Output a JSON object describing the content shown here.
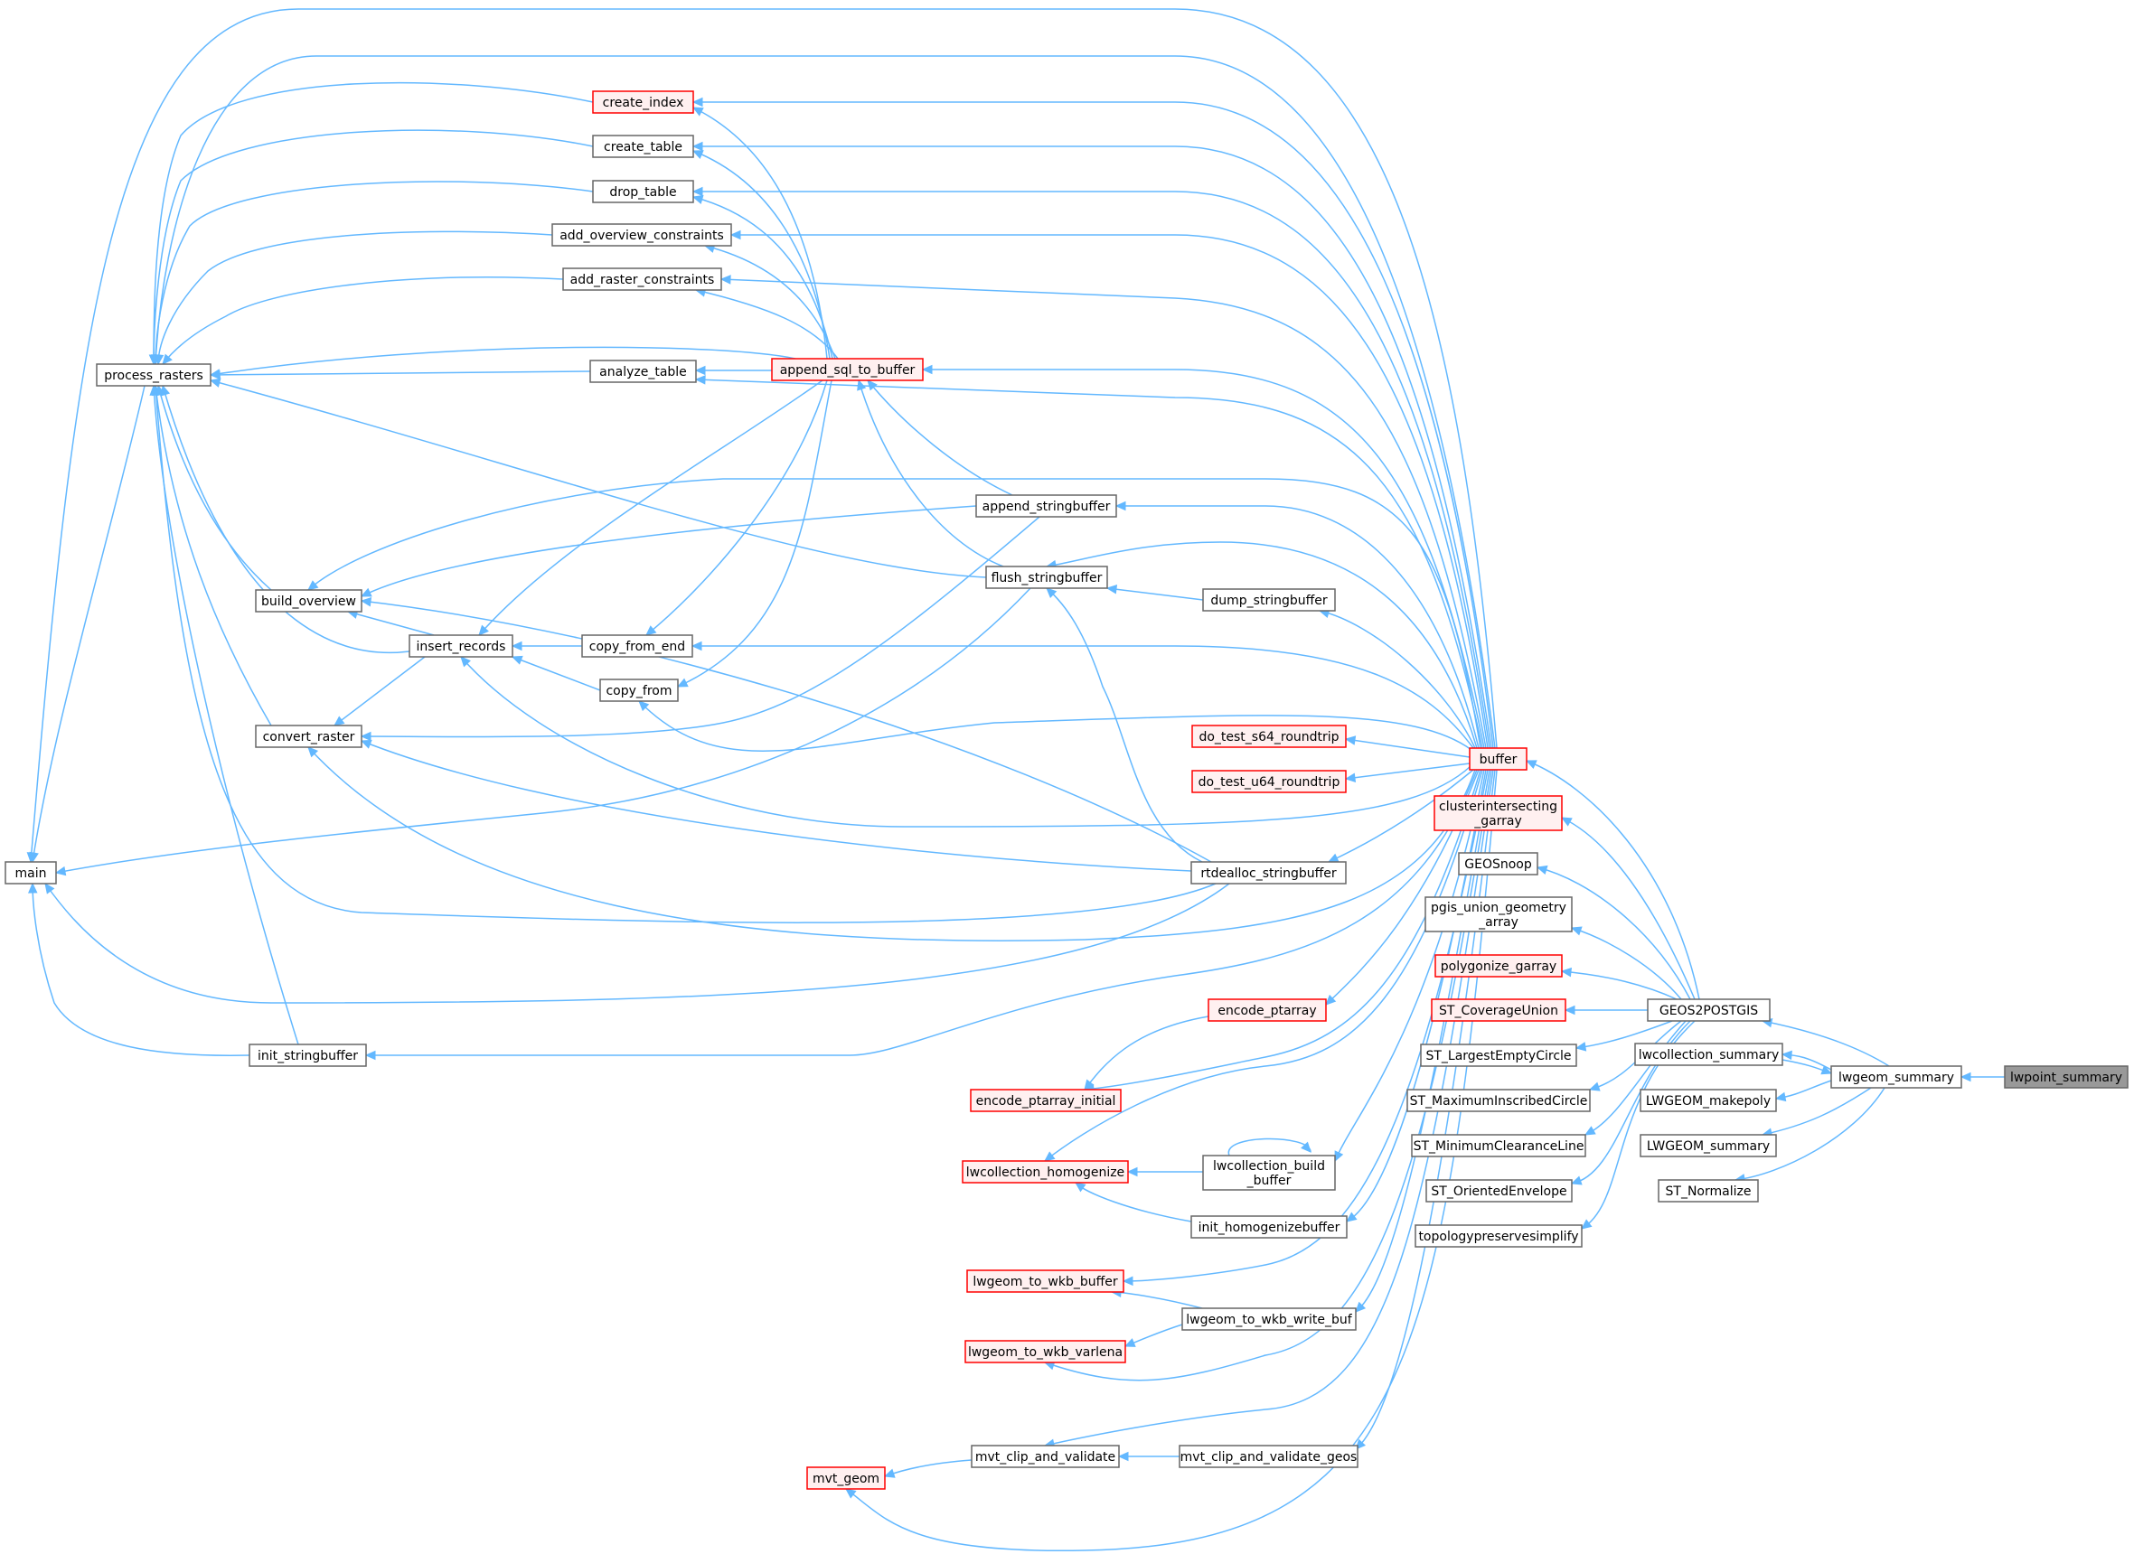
{
  "graph": {
    "colors": {
      "edge": "#63b8ff",
      "node_border_normal": "#666666",
      "node_border_truncated": "#ff0000",
      "node_fill_normal": "#ffffff",
      "node_fill_truncated": "#fff0f0",
      "node_fill_root": "#999999"
    },
    "nodes": {
      "create_index": {
        "lines": [
          "create_index"
        ],
        "style": "truncated"
      },
      "create_table": {
        "lines": [
          "create_table"
        ],
        "style": "normal"
      },
      "drop_table": {
        "lines": [
          "drop_table"
        ],
        "style": "normal"
      },
      "add_overview_constraints": {
        "lines": [
          "add_overview_constraints"
        ],
        "style": "normal"
      },
      "add_raster_constraints": {
        "lines": [
          "add_raster_constraints"
        ],
        "style": "normal"
      },
      "process_rasters": {
        "lines": [
          "process_rasters"
        ],
        "style": "normal"
      },
      "analyze_table": {
        "lines": [
          "analyze_table"
        ],
        "style": "normal"
      },
      "append_sql_to_buffer": {
        "lines": [
          "append_sql_to_buffer"
        ],
        "style": "truncated"
      },
      "append_stringbuffer": {
        "lines": [
          "append_stringbuffer"
        ],
        "style": "normal"
      },
      "flush_stringbuffer": {
        "lines": [
          "flush_stringbuffer"
        ],
        "style": "normal"
      },
      "dump_stringbuffer": {
        "lines": [
          "dump_stringbuffer"
        ],
        "style": "normal"
      },
      "build_overview": {
        "lines": [
          "build_overview"
        ],
        "style": "normal"
      },
      "insert_records": {
        "lines": [
          "insert_records"
        ],
        "style": "normal"
      },
      "copy_from_end": {
        "lines": [
          "copy_from_end"
        ],
        "style": "normal"
      },
      "copy_from": {
        "lines": [
          "copy_from"
        ],
        "style": "normal"
      },
      "convert_raster": {
        "lines": [
          "convert_raster"
        ],
        "style": "normal"
      },
      "main": {
        "lines": [
          "main"
        ],
        "style": "normal"
      },
      "do_test_s64_roundtrip": {
        "lines": [
          "do_test_s64_roundtrip"
        ],
        "style": "truncated"
      },
      "do_test_u64_roundtrip": {
        "lines": [
          "do_test_u64_roundtrip"
        ],
        "style": "truncated"
      },
      "buffer": {
        "lines": [
          "buffer"
        ],
        "style": "truncated"
      },
      "clusterintersecting_garray": {
        "lines": [
          "clusterintersecting",
          "_garray"
        ],
        "style": "truncated"
      },
      "GEOSnoop": {
        "lines": [
          "GEOSnoop"
        ],
        "style": "normal"
      },
      "rtdealloc_stringbuffer": {
        "lines": [
          "rtdealloc_stringbuffer"
        ],
        "style": "normal"
      },
      "pgis_union_geometry_array": {
        "lines": [
          "pgis_union_geometry",
          "_array"
        ],
        "style": "normal"
      },
      "polygonize_garray": {
        "lines": [
          "polygonize_garray"
        ],
        "style": "truncated"
      },
      "encode_ptarray": {
        "lines": [
          "encode_ptarray"
        ],
        "style": "truncated"
      },
      "ST_CoverageUnion": {
        "lines": [
          "ST_CoverageUnion"
        ],
        "style": "truncated"
      },
      "GEOS2POSTGIS": {
        "lines": [
          "GEOS2POSTGIS"
        ],
        "style": "normal"
      },
      "init_stringbuffer": {
        "lines": [
          "init_stringbuffer"
        ],
        "style": "normal"
      },
      "ST_LargestEmptyCircle": {
        "lines": [
          "ST_LargestEmptyCircle"
        ],
        "style": "normal"
      },
      "lwcollection_summary": {
        "lines": [
          "lwcollection_summary"
        ],
        "style": "normal"
      },
      "lwgeom_summary": {
        "lines": [
          "lwgeom_summary"
        ],
        "style": "normal"
      },
      "lwpoint_summary": {
        "lines": [
          "lwpoint_summary"
        ],
        "style": "root"
      },
      "encode_ptarray_initial": {
        "lines": [
          "encode_ptarray_initial"
        ],
        "style": "truncated"
      },
      "ST_MaximumInscribedCircle": {
        "lines": [
          "ST_MaximumInscribedCircle"
        ],
        "style": "normal"
      },
      "LWGEOM_makepoly": {
        "lines": [
          "LWGEOM_makepoly"
        ],
        "style": "normal"
      },
      "ST_MinimumClearanceLine": {
        "lines": [
          "ST_MinimumClearanceLine"
        ],
        "style": "normal"
      },
      "LWGEOM_summary": {
        "lines": [
          "LWGEOM_summary"
        ],
        "style": "normal"
      },
      "lwcollection_homogenize": {
        "lines": [
          "lwcollection_homogenize"
        ],
        "style": "truncated"
      },
      "lwcollection_build_buffer": {
        "lines": [
          "lwcollection_build",
          "_buffer"
        ],
        "style": "normal"
      },
      "ST_OrientedEnvelope": {
        "lines": [
          "ST_OrientedEnvelope"
        ],
        "style": "normal"
      },
      "ST_Normalize": {
        "lines": [
          "ST_Normalize"
        ],
        "style": "normal"
      },
      "init_homogenizebuffer": {
        "lines": [
          "init_homogenizebuffer"
        ],
        "style": "normal"
      },
      "topologypreservesimplify": {
        "lines": [
          "topologypreservesimplify"
        ],
        "style": "normal"
      },
      "lwgeom_to_wkb_buffer": {
        "lines": [
          "lwgeom_to_wkb_buffer"
        ],
        "style": "truncated"
      },
      "lwgeom_to_wkb_write_buf": {
        "lines": [
          "lwgeom_to_wkb_write_buf"
        ],
        "style": "normal"
      },
      "lwgeom_to_wkb_varlena": {
        "lines": [
          "lwgeom_to_wkb_varlena"
        ],
        "style": "truncated"
      },
      "mvt_clip_and_validate": {
        "lines": [
          "mvt_clip_and_validate"
        ],
        "style": "normal"
      },
      "mvt_clip_and_validate_geos": {
        "lines": [
          "mvt_clip_and_validate_geos"
        ],
        "style": "normal"
      },
      "mvt_geom": {
        "lines": [
          "mvt_geom"
        ],
        "style": "truncated"
      }
    },
    "edges": [
      [
        "lwpoint_summary",
        "lwgeom_summary"
      ],
      [
        "lwgeom_summary",
        "GEOS2POSTGIS"
      ],
      [
        "lwgeom_summary",
        "lwcollection_summary"
      ],
      [
        "lwgeom_summary",
        "LWGEOM_makepoly"
      ],
      [
        "lwgeom_summary",
        "LWGEOM_summary"
      ],
      [
        "lwgeom_summary",
        "ST_Normalize"
      ],
      [
        "lwcollection_summary",
        "lwgeom_summary"
      ],
      [
        "GEOS2POSTGIS",
        "buffer"
      ],
      [
        "GEOS2POSTGIS",
        "clusterintersecting_garray"
      ],
      [
        "GEOS2POSTGIS",
        "GEOSnoop"
      ],
      [
        "GEOS2POSTGIS",
        "pgis_union_geometry_array"
      ],
      [
        "GEOS2POSTGIS",
        "polygonize_garray"
      ],
      [
        "GEOS2POSTGIS",
        "ST_CoverageUnion"
      ],
      [
        "GEOS2POSTGIS",
        "ST_LargestEmptyCircle"
      ],
      [
        "GEOS2POSTGIS",
        "ST_MaximumInscribedCircle"
      ],
      [
        "GEOS2POSTGIS",
        "ST_MinimumClearanceLine"
      ],
      [
        "GEOS2POSTGIS",
        "ST_OrientedEnvelope"
      ],
      [
        "GEOS2POSTGIS",
        "topologypreservesimplify"
      ],
      [
        "buffer",
        "main"
      ],
      [
        "buffer",
        "process_rasters"
      ],
      [
        "buffer",
        "create_index"
      ],
      [
        "buffer",
        "create_table"
      ],
      [
        "buffer",
        "drop_table"
      ],
      [
        "buffer",
        "add_overview_constraints"
      ],
      [
        "buffer",
        "add_raster_constraints"
      ],
      [
        "buffer",
        "append_sql_to_buffer"
      ],
      [
        "buffer",
        "analyze_table"
      ],
      [
        "buffer",
        "build_overview"
      ],
      [
        "buffer",
        "append_stringbuffer"
      ],
      [
        "buffer",
        "flush_stringbuffer"
      ],
      [
        "buffer",
        "dump_stringbuffer"
      ],
      [
        "buffer",
        "copy_from_end"
      ],
      [
        "buffer",
        "copy_from"
      ],
      [
        "buffer",
        "do_test_s64_roundtrip"
      ],
      [
        "buffer",
        "do_test_u64_roundtrip"
      ],
      [
        "buffer",
        "insert_records"
      ],
      [
        "buffer",
        "rtdealloc_stringbuffer"
      ],
      [
        "buffer",
        "convert_raster"
      ],
      [
        "buffer",
        "init_stringbuffer"
      ],
      [
        "buffer",
        "encode_ptarray"
      ],
      [
        "buffer",
        "encode_ptarray_initial"
      ],
      [
        "buffer",
        "lwcollection_homogenize"
      ],
      [
        "buffer",
        "lwcollection_build_buffer"
      ],
      [
        "buffer",
        "init_homogenizebuffer"
      ],
      [
        "buffer",
        "lwgeom_to_wkb_buffer"
      ],
      [
        "buffer",
        "lwgeom_to_wkb_write_buf"
      ],
      [
        "buffer",
        "lwgeom_to_wkb_varlena"
      ],
      [
        "buffer",
        "mvt_clip_and_validate"
      ],
      [
        "buffer",
        "mvt_clip_and_validate_geos"
      ],
      [
        "buffer",
        "mvt_geom"
      ],
      [
        "append_sql_to_buffer",
        "create_index"
      ],
      [
        "append_sql_to_buffer",
        "create_table"
      ],
      [
        "append_sql_to_buffer",
        "drop_table"
      ],
      [
        "append_sql_to_buffer",
        "add_overview_constraints"
      ],
      [
        "append_sql_to_buffer",
        "add_raster_constraints"
      ],
      [
        "append_sql_to_buffer",
        "analyze_table"
      ],
      [
        "append_sql_to_buffer",
        "process_rasters"
      ],
      [
        "append_sql_to_buffer",
        "insert_records"
      ],
      [
        "append_sql_to_buffer",
        "copy_from_end"
      ],
      [
        "append_sql_to_buffer",
        "copy_from"
      ],
      [
        "append_stringbuffer",
        "append_sql_to_buffer"
      ],
      [
        "append_stringbuffer",
        "build_overview"
      ],
      [
        "append_stringbuffer",
        "convert_raster"
      ],
      [
        "flush_stringbuffer",
        "append_sql_to_buffer"
      ],
      [
        "flush_stringbuffer",
        "process_rasters"
      ],
      [
        "flush_stringbuffer",
        "main"
      ],
      [
        "dump_stringbuffer",
        "flush_stringbuffer"
      ],
      [
        "rtdealloc_stringbuffer",
        "flush_stringbuffer"
      ],
      [
        "rtdealloc_stringbuffer",
        "build_overview"
      ],
      [
        "rtdealloc_stringbuffer",
        "convert_raster"
      ],
      [
        "rtdealloc_stringbuffer",
        "process_rasters"
      ],
      [
        "rtdealloc_stringbuffer",
        "main"
      ],
      [
        "create_index",
        "process_rasters"
      ],
      [
        "create_table",
        "process_rasters"
      ],
      [
        "drop_table",
        "process_rasters"
      ],
      [
        "add_overview_constraints",
        "process_rasters"
      ],
      [
        "add_raster_constraints",
        "process_rasters"
      ],
      [
        "analyze_table",
        "process_rasters"
      ],
      [
        "copy_from_end",
        "insert_records"
      ],
      [
        "copy_from",
        "insert_records"
      ],
      [
        "insert_records",
        "build_overview"
      ],
      [
        "insert_records",
        "process_rasters"
      ],
      [
        "insert_records",
        "convert_raster"
      ],
      [
        "build_overview",
        "process_rasters"
      ],
      [
        "convert_raster",
        "process_rasters"
      ],
      [
        "process_rasters",
        "main"
      ],
      [
        "init_stringbuffer",
        "process_rasters"
      ],
      [
        "init_stringbuffer",
        "main"
      ],
      [
        "encode_ptarray",
        "encode_ptarray_initial"
      ],
      [
        "lwcollection_build_buffer",
        "lwcollection_build_buffer"
      ],
      [
        "lwcollection_build_buffer",
        "lwcollection_homogenize"
      ],
      [
        "init_homogenizebuffer",
        "lwcollection_homogenize"
      ],
      [
        "lwgeom_to_wkb_write_buf",
        "lwgeom_to_wkb_buffer"
      ],
      [
        "lwgeom_to_wkb_write_buf",
        "lwgeom_to_wkb_varlena"
      ],
      [
        "mvt_clip_and_validate_geos",
        "mvt_clip_and_validate"
      ],
      [
        "mvt_clip_and_validate",
        "mvt_geom"
      ]
    ]
  }
}
